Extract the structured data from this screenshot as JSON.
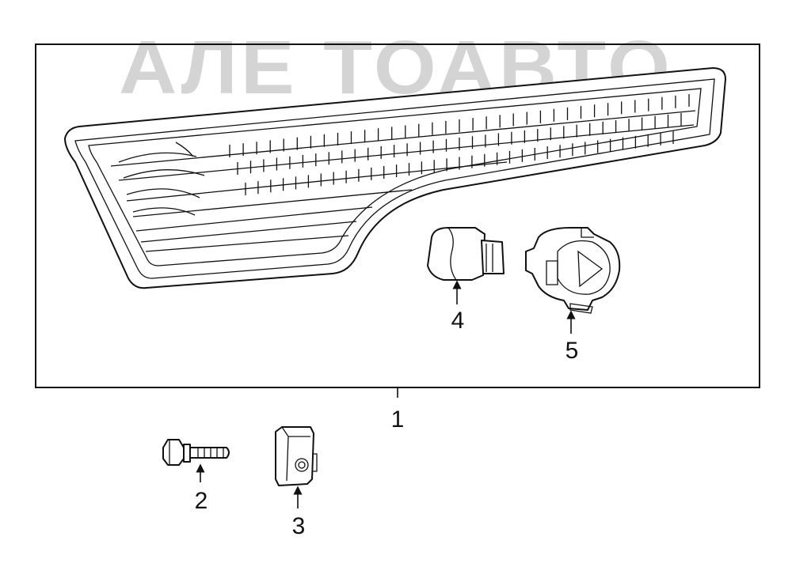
{
  "watermark": {
    "text": "АЛЕ ТОАВТО"
  },
  "callouts": [
    {
      "id": "1",
      "label": "1"
    },
    {
      "id": "2",
      "label": "2"
    },
    {
      "id": "3",
      "label": "3"
    },
    {
      "id": "4",
      "label": "4"
    },
    {
      "id": "5",
      "label": "5"
    }
  ],
  "parts": [
    {
      "ref": "1",
      "icon": "tail-lamp-assembly-icon"
    },
    {
      "ref": "2",
      "icon": "bolt-icon"
    },
    {
      "ref": "3",
      "icon": "clip-nut-icon"
    },
    {
      "ref": "4",
      "icon": "bulb-icon"
    },
    {
      "ref": "5",
      "icon": "bulb-socket-icon"
    }
  ]
}
